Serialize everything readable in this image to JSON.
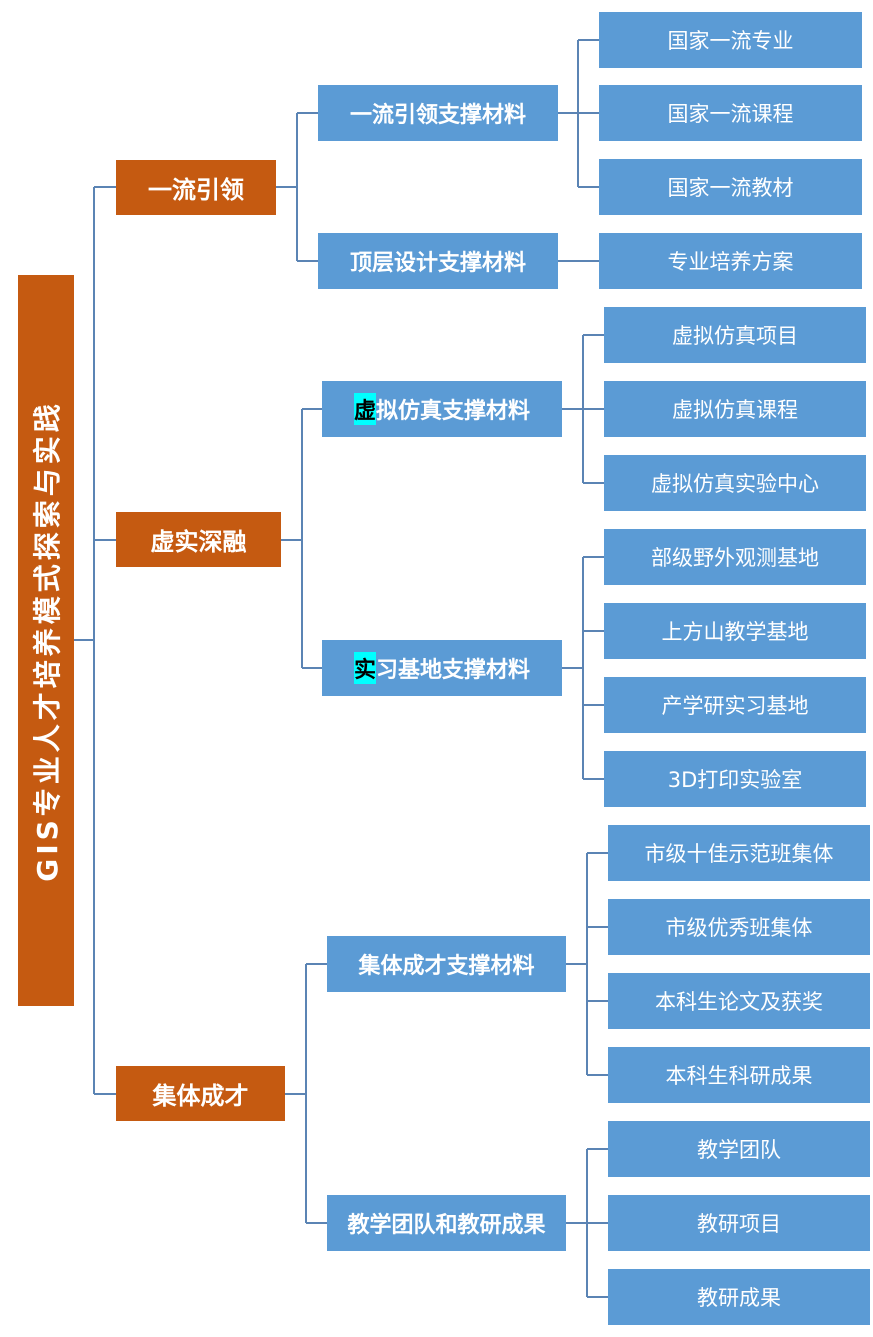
{
  "root": {
    "label": "GIS专业人才培养模式探索与实践"
  },
  "categories": [
    {
      "label": "一流引领",
      "groups": [
        {
          "highlight": "",
          "label": "一流引领支撑材料",
          "items": [
            "国家一流专业",
            "国家一流课程",
            "国家一流教材"
          ]
        },
        {
          "highlight": "",
          "label": "顶层设计支撑材料",
          "items": [
            "专业培养方案"
          ]
        }
      ]
    },
    {
      "label": "虚实深融",
      "groups": [
        {
          "highlight": "虚",
          "label": "拟仿真支撑材料",
          "items": [
            "虚拟仿真项目",
            "虚拟仿真课程",
            "虚拟仿真实验中心"
          ]
        },
        {
          "highlight": "实",
          "label": "习基地支撑材料",
          "items": [
            "部级野外观测基地",
            "上方山教学基地",
            "产学研实习基地",
            "3D打印实验室"
          ]
        }
      ]
    },
    {
      "label": "集体成才",
      "groups": [
        {
          "highlight": "",
          "label": "集体成才支撑材料",
          "items": [
            "市级十佳示范班集体",
            "市级优秀班集体",
            "本科生论文及获奖",
            "本科生科研成果"
          ]
        },
        {
          "highlight": "",
          "label": "教学团队和教研成果",
          "items": [
            "教学团队",
            "教研项目",
            "教研成果"
          ]
        }
      ]
    }
  ],
  "colors": {
    "root": "#c55a11",
    "category": "#c55a11",
    "box": "#5b9bd5",
    "connector": "#5b84b4",
    "highlight": "#00ffff"
  }
}
